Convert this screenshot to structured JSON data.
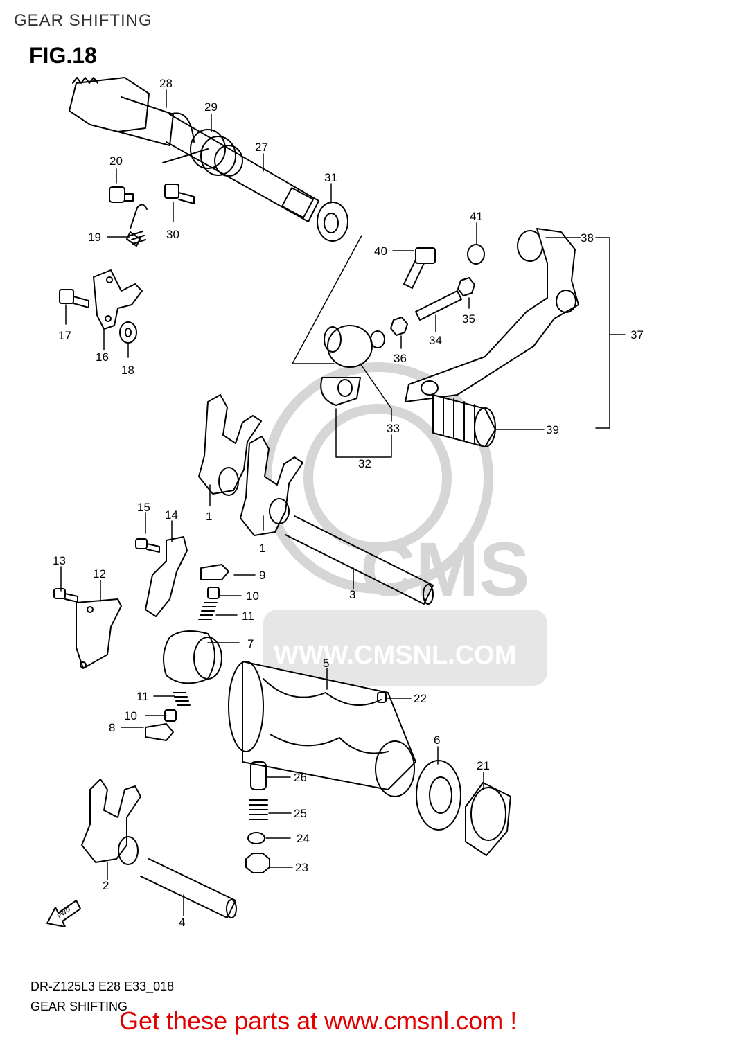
{
  "header": {
    "title": "GEAR SHIFTING"
  },
  "figure": {
    "label": "FIG.18"
  },
  "watermark": {
    "brand": "CMS",
    "url": "WWW.CMSNL.COM"
  },
  "callouts": [
    "28",
    "29",
    "27",
    "20",
    "31",
    "19",
    "30",
    "41",
    "38",
    "40",
    "17",
    "16",
    "18",
    "35",
    "37",
    "34",
    "36",
    "33",
    "39",
    "32",
    "1",
    "1",
    "3",
    "15",
    "14",
    "13",
    "12",
    "9",
    "10",
    "11",
    "7",
    "5",
    "22",
    "11",
    "10",
    "8",
    "6",
    "21",
    "26",
    "25",
    "24",
    "23",
    "2",
    "4"
  ],
  "fwd_label": "FWD",
  "footer": {
    "model_code": "DR-Z125L3  E28  E33_018",
    "section_title": "GEAR SHIFTING",
    "cta": "Get these parts at www.cmsnl.com !"
  },
  "colors": {
    "cta": "#e00000",
    "watermark": "#d6d6d6",
    "line": "#000000"
  }
}
